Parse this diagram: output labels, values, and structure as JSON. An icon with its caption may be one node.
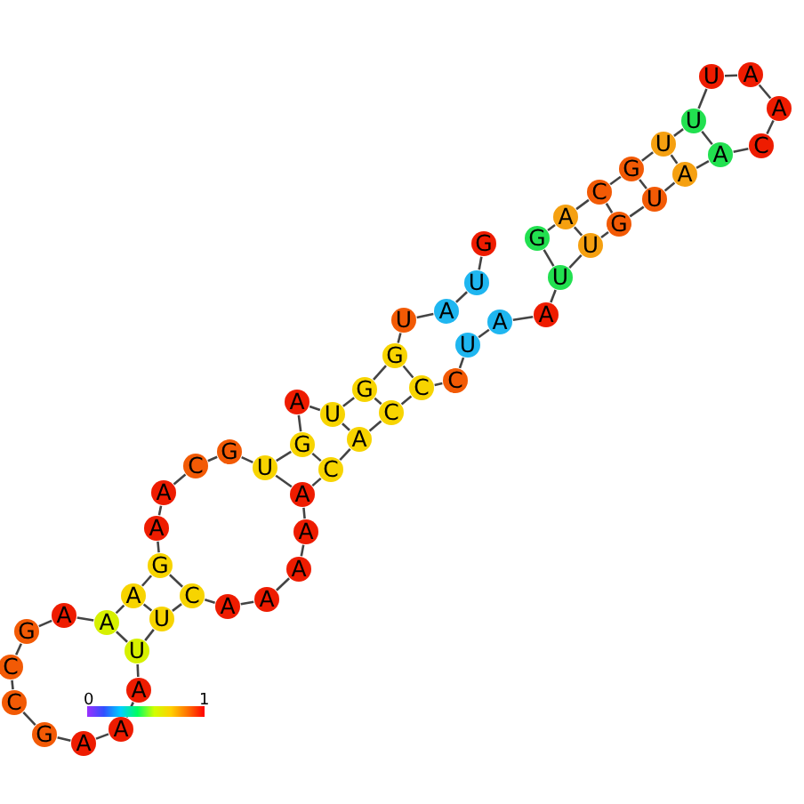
{
  "diagram": {
    "nodes": [
      {
        "text": [
          "G"
        ]
      },
      {
        "text": [
          "U"
        ]
      },
      {
        "text": [
          "A"
        ]
      },
      {
        "text": [
          "U"
        ]
      },
      {
        "text": [
          "G"
        ]
      },
      {
        "text": [
          "G"
        ]
      },
      {
        "text": [
          "U"
        ]
      },
      {
        "text": [
          "A"
        ]
      },
      {
        "text": [
          "G"
        ]
      },
      {
        "text": [
          "U"
        ]
      },
      {
        "text": [
          "G"
        ]
      },
      {
        "text": [
          "C"
        ]
      },
      {
        "text": [
          "A"
        ]
      },
      {
        "text": [
          "A"
        ]
      },
      {
        "text": [
          "G"
        ]
      },
      {
        "text": [
          "A"
        ]
      },
      {
        "text": [
          "A"
        ]
      },
      {
        "text": [
          "A"
        ]
      },
      {
        "text": [
          "G"
        ]
      },
      {
        "text": [
          "C"
        ]
      },
      {
        "text": [
          "C"
        ]
      },
      {
        "text": [
          "G"
        ]
      },
      {
        "text": [
          "A"
        ]
      },
      {
        "text": [
          "A"
        ]
      },
      {
        "text": [
          "A"
        ]
      },
      {
        "text": [
          "U"
        ]
      },
      {
        "text": [
          "U"
        ]
      },
      {
        "text": [
          "C"
        ]
      },
      {
        "text": [
          "A"
        ]
      },
      {
        "text": [
          "A"
        ]
      },
      {
        "text": [
          "A"
        ]
      },
      {
        "text": [
          "A"
        ]
      },
      {
        "text": [
          "A"
        ]
      },
      {
        "text": [
          "C"
        ]
      },
      {
        "text": [
          "A"
        ]
      },
      {
        "text": [
          "C"
        ]
      },
      {
        "text": [
          "C"
        ]
      },
      {
        "text": [
          "C"
        ]
      },
      {
        "text": [
          "U"
        ]
      },
      {
        "text": [
          "A"
        ]
      },
      {
        "text": [
          "A"
        ]
      },
      {
        "text": [
          "U"
        ]
      },
      {
        "text": [
          "U"
        ]
      },
      {
        "text": [
          "G"
        ]
      },
      {
        "text": [
          "U"
        ]
      },
      {
        "text": [
          "A"
        ]
      },
      {
        "text": [
          "A"
        ]
      },
      {
        "text": [
          "C"
        ]
      },
      {
        "text": [
          "A"
        ]
      },
      {
        "text": [
          "A"
        ]
      },
      {
        "text": [
          "U"
        ]
      },
      {
        "text": [
          "U"
        ]
      },
      {
        "text": [
          "U"
        ]
      },
      {
        "text": [
          "G"
        ]
      },
      {
        "text": [
          "C"
        ]
      },
      {
        "text": [
          "A"
        ]
      },
      {
        "text": [
          "G"
        ]
      }
    ],
    "edges": [
      {
        "from": 0,
        "to": 1,
        "arrow": "none"
      },
      {
        "from": 1,
        "to": 2,
        "arrow": "none"
      },
      {
        "from": 2,
        "to": 3,
        "arrow": "none"
      },
      {
        "from": 3,
        "to": 4,
        "arrow": "none"
      },
      {
        "from": 4,
        "to": 5,
        "arrow": "none"
      },
      {
        "from": 5,
        "to": 6,
        "arrow": "none"
      },
      {
        "from": 6,
        "to": 7,
        "arrow": "none"
      },
      {
        "from": 7,
        "to": 8,
        "arrow": "none"
      },
      {
        "from": 8,
        "to": 9,
        "arrow": "none"
      },
      {
        "from": 9,
        "to": 10,
        "arrow": "none"
      },
      {
        "from": 10,
        "to": 11,
        "arrow": "none"
      },
      {
        "from": 11,
        "to": 12,
        "arrow": "none"
      },
      {
        "from": 12,
        "to": 13,
        "arrow": "none"
      },
      {
        "from": 13,
        "to": 14,
        "arrow": "none"
      },
      {
        "from": 14,
        "to": 15,
        "arrow": "none"
      },
      {
        "from": 15,
        "to": 16,
        "arrow": "none"
      },
      {
        "from": 16,
        "to": 17,
        "arrow": "none"
      },
      {
        "from": 17,
        "to": 18,
        "arrow": "none"
      },
      {
        "from": 18,
        "to": 19,
        "arrow": "none"
      },
      {
        "from": 19,
        "to": 20,
        "arrow": "none"
      },
      {
        "from": 20,
        "to": 21,
        "arrow": "none"
      },
      {
        "from": 21,
        "to": 22,
        "arrow": "none"
      },
      {
        "from": 22,
        "to": 23,
        "arrow": "none"
      },
      {
        "from": 23,
        "to": 24,
        "arrow": "none"
      },
      {
        "from": 24,
        "to": 25,
        "arrow": "none"
      },
      {
        "from": 25,
        "to": 26,
        "arrow": "none"
      },
      {
        "from": 26,
        "to": 27,
        "arrow": "none"
      },
      {
        "from": 27,
        "to": 28,
        "arrow": "none"
      },
      {
        "from": 28,
        "to": 29,
        "arrow": "none"
      },
      {
        "from": 29,
        "to": 30,
        "arrow": "none"
      },
      {
        "from": 30,
        "to": 31,
        "arrow": "none"
      },
      {
        "from": 31,
        "to": 32,
        "arrow": "none"
      },
      {
        "from": 32,
        "to": 33,
        "arrow": "none"
      },
      {
        "from": 33,
        "to": 34,
        "arrow": "none"
      },
      {
        "from": 34,
        "to": 35,
        "arrow": "none"
      },
      {
        "from": 35,
        "to": 36,
        "arrow": "none"
      },
      {
        "from": 36,
        "to": 37,
        "arrow": "none"
      },
      {
        "from": 37,
        "to": 38,
        "arrow": "none"
      },
      {
        "from": 38,
        "to": 39,
        "arrow": "none"
      },
      {
        "from": 39,
        "to": 40,
        "arrow": "none"
      },
      {
        "from": 40,
        "to": 41,
        "arrow": "none"
      },
      {
        "from": 41,
        "to": 42,
        "arrow": "none"
      },
      {
        "from": 42,
        "to": 43,
        "arrow": "none"
      },
      {
        "from": 43,
        "to": 44,
        "arrow": "none"
      },
      {
        "from": 44,
        "to": 45,
        "arrow": "none"
      },
      {
        "from": 45,
        "to": 46,
        "arrow": "none"
      },
      {
        "from": 46,
        "to": 47,
        "arrow": "none"
      },
      {
        "from": 47,
        "to": 48,
        "arrow": "none"
      },
      {
        "from": 48,
        "to": 49,
        "arrow": "none"
      },
      {
        "from": 49,
        "to": 50,
        "arrow": "none"
      },
      {
        "from": 50,
        "to": 51,
        "arrow": "none"
      },
      {
        "from": 51,
        "to": 52,
        "arrow": "none"
      },
      {
        "from": 52,
        "to": 53,
        "arrow": "none"
      },
      {
        "from": 53,
        "to": 54,
        "arrow": "none"
      },
      {
        "from": 54,
        "to": 55,
        "arrow": "none"
      },
      {
        "from": 55,
        "to": 56,
        "arrow": "none"
      },
      {
        "from": 4,
        "to": 36,
        "arrow": "none"
      },
      {
        "from": 5,
        "to": 35,
        "arrow": "none"
      },
      {
        "from": 6,
        "to": 34,
        "arrow": "none"
      },
      {
        "from": 8,
        "to": 33,
        "arrow": "none"
      },
      {
        "from": 9,
        "to": 32,
        "arrow": "none"
      },
      {
        "from": 14,
        "to": 27,
        "arrow": "none"
      },
      {
        "from": 15,
        "to": 26,
        "arrow": "none"
      },
      {
        "from": 16,
        "to": 25,
        "arrow": "none"
      },
      {
        "from": 41,
        "to": 56,
        "arrow": "none"
      },
      {
        "from": 42,
        "to": 55,
        "arrow": "none"
      },
      {
        "from": 43,
        "to": 54,
        "arrow": "none"
      },
      {
        "from": 44,
        "to": 53,
        "arrow": "none"
      },
      {
        "from": 45,
        "to": 52,
        "arrow": "none"
      },
      {
        "from": 46,
        "to": 51,
        "arrow": "none"
      }
    ],
    "labels": [
      "0",
      "1"
    ]
  }
}
